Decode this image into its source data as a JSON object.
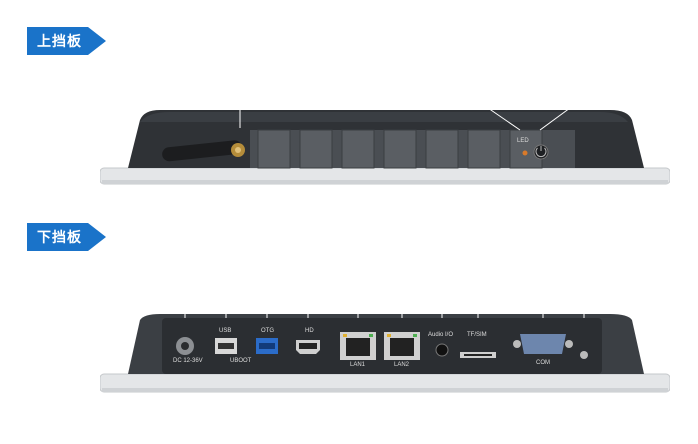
{
  "sections": {
    "top": {
      "title": "上挡板"
    },
    "bottom": {
      "title": "下挡板"
    }
  },
  "top_panel": {
    "led_label": "LED"
  },
  "bottom_panel": {
    "ports": {
      "dc": "DC 12-36V",
      "usb": "USB",
      "uboot": "UBOOT",
      "otg": "OTG",
      "hd": "HD",
      "lan1": "LAN1",
      "lan2": "LAN2",
      "audio": "Audio I/O",
      "tfsim": "TF/SIM",
      "com": "COM"
    }
  }
}
